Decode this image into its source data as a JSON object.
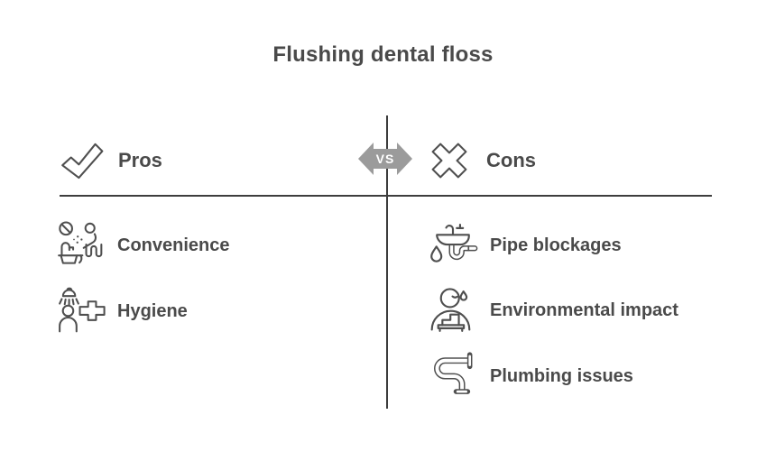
{
  "title": "Flushing dental floss",
  "vs_badge": {
    "label": "VS"
  },
  "pros": {
    "header": {
      "label": "Pros",
      "icon": "check-icon"
    },
    "items": [
      {
        "label": "Convenience",
        "icon": "handwash-sink-icon"
      },
      {
        "label": "Hygiene",
        "icon": "shower-person-plus-icon"
      }
    ]
  },
  "cons": {
    "header": {
      "label": "Cons",
      "icon": "cross-icon"
    },
    "items": [
      {
        "label": "Pipe blockages",
        "icon": "sink-drain-pipe-icon"
      },
      {
        "label": "Environmental impact",
        "icon": "person-sweat-factory-icon"
      },
      {
        "label": "Plumbing issues",
        "icon": "pipe-elbow-icon"
      }
    ]
  },
  "colors": {
    "text": "#4a4a4a",
    "icon_stroke": "#4f4f4f",
    "divider": "#3d3d3d",
    "badge_fill": "#9b9b9b",
    "badge_text": "#ffffff",
    "background": "#ffffff"
  }
}
